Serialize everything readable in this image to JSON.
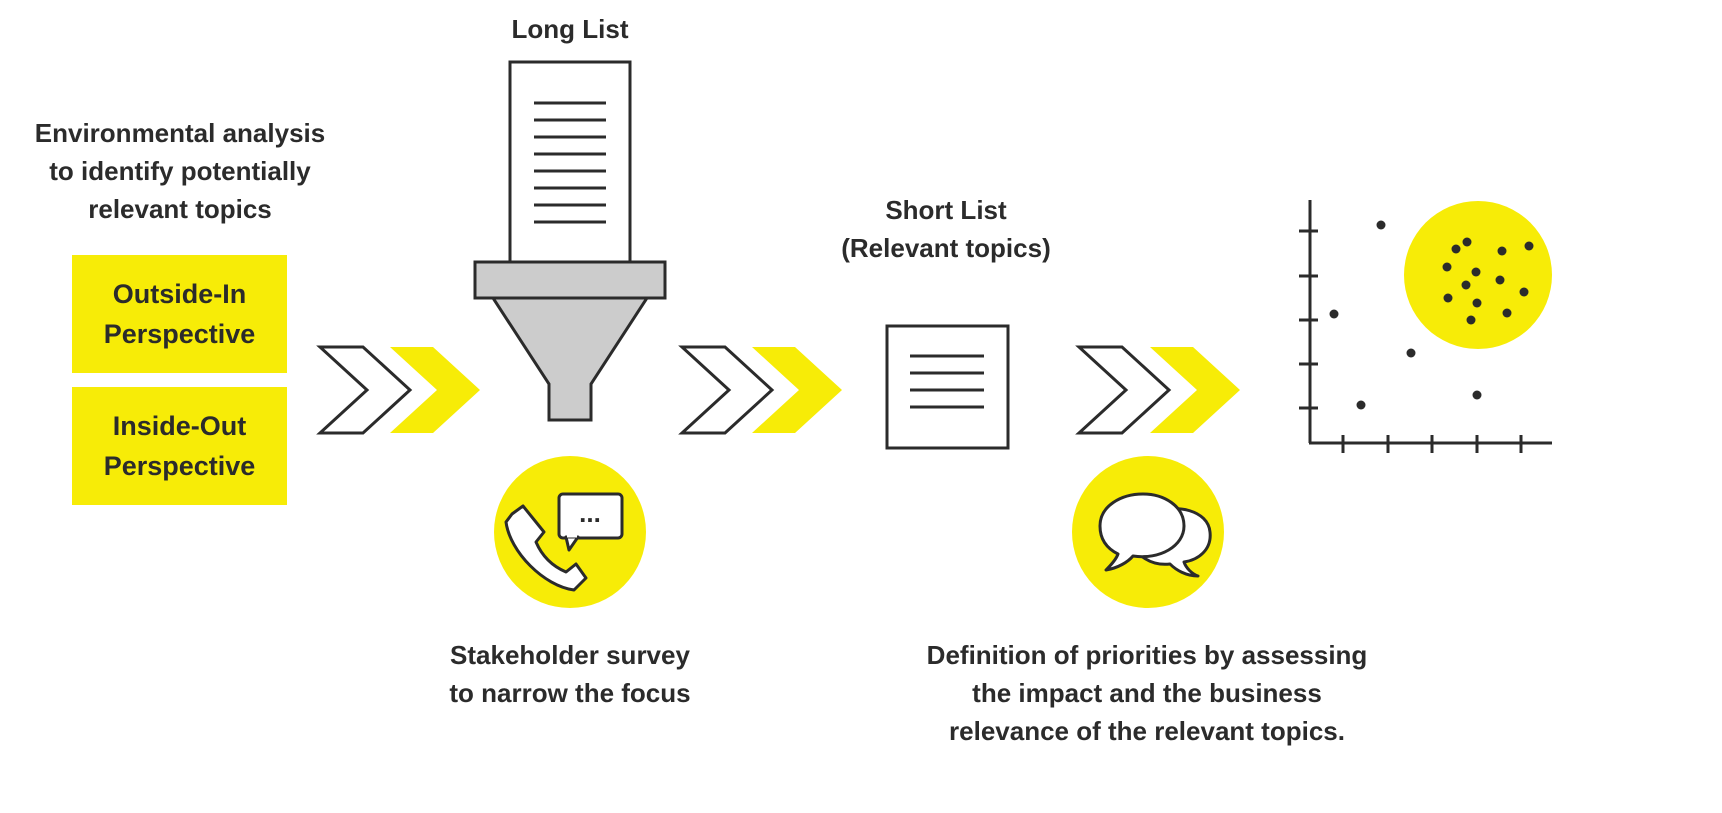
{
  "left": {
    "heading": [
      "Environmental analysis",
      "to identify potentially",
      "relevant topics"
    ],
    "boxes": [
      {
        "line1": "Outside-In",
        "line2": "Perspective"
      },
      {
        "line1": "Inside-Out",
        "line2": "Perspective"
      }
    ]
  },
  "long_list": {
    "label": "Long List"
  },
  "short_list": {
    "label_line1": "Short List",
    "label_line2": "(Relevant topics)"
  },
  "survey": {
    "line1": "Stakeholder survey",
    "line2": "to narrow the focus"
  },
  "priorities": {
    "line1": "Definition of priorities by assessing",
    "line2": "the impact and the business",
    "line3": "relevance of the relevant topics."
  },
  "survey_icon": {
    "dots": "..."
  },
  "icons": [
    "funnel-icon",
    "document-icon",
    "phone-icon",
    "speech-bubble-icon",
    "chat-bubbles-icon",
    "scatter-plot-icon",
    "chevron-arrow-icon"
  ],
  "colors": {
    "accent": "#f7ec07",
    "ink": "#2b2b2b",
    "funnel": "#cccccc"
  }
}
